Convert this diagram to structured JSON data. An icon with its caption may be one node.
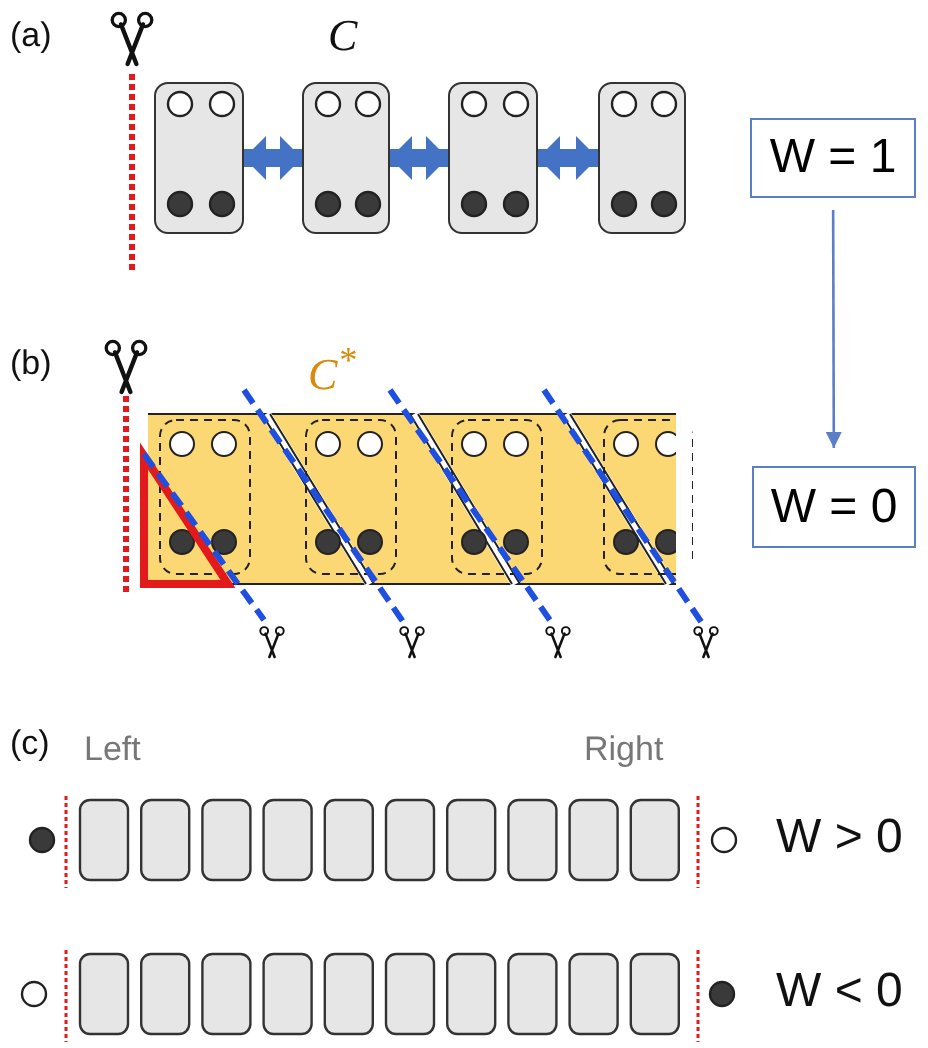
{
  "diagram": {
    "nodes": [
      {
        "text": [
          "W = 1"
        ]
      },
      {
        "text": [
          "W = 0"
        ]
      },
      {
        "text": [],
        "shape": "box"
      },
      {
        "text": [],
        "shape": "box"
      },
      {
        "text": [],
        "shape": "box"
      },
      {
        "text": [],
        "shape": "box"
      }
    ],
    "edges": [
      {
        "from": 0,
        "to": 1,
        "arrow": "to"
      },
      {
        "from": 2,
        "to": 3,
        "arrow": "both"
      },
      {
        "from": 3,
        "to": 4,
        "arrow": "both"
      },
      {
        "from": 4,
        "to": 5,
        "arrow": "both"
      }
    ],
    "labels": [
      "(a)",
      "C",
      "(b)",
      "C$^{*}$",
      "(c)",
      "Left",
      "Right",
      "W > 0",
      "W < 0"
    ]
  }
}
